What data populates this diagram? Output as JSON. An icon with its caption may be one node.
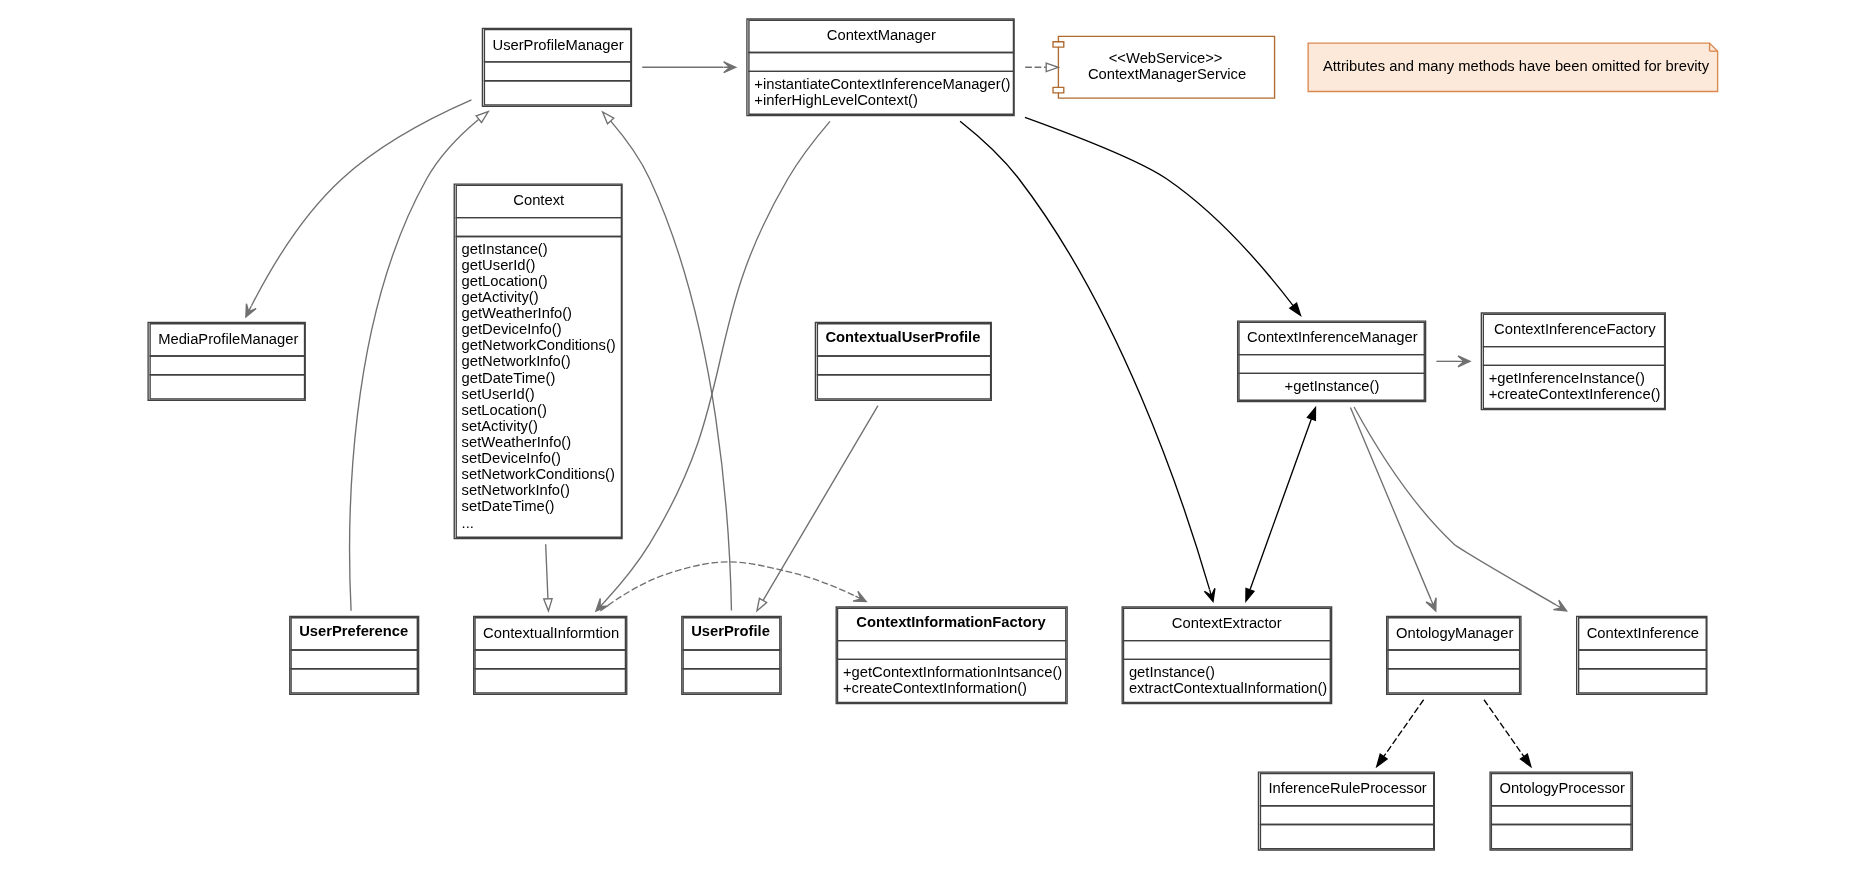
{
  "diagram": {
    "nodes": [
      {
        "text": [
          "ContextManager",
          "+instantiateContextInferenceManager()",
          "+inferHighLevelContext()"
        ]
      },
      {
        "text": [
          "<<WebService>>",
          "ContextManagerService"
        ]
      },
      {
        "text": [
          "UserProfileManager"
        ]
      },
      {
        "text": [
          "Attributes and many methods have been omitted for brevity"
        ]
      },
      {
        "text": [
          "UserPreference"
        ]
      },
      {
        "text": [
          "UserProfile"
        ]
      },
      {
        "text": [
          "MediaProfileManager"
        ]
      },
      {
        "text": [
          "ContextualUserProfile"
        ]
      },
      {
        "text": [
          "ContextInformationFactory",
          "+getContextInformationIntsance()",
          "+createContextInformation()"
        ]
      },
      {
        "text": [
          "ContextualInformtion"
        ]
      },
      {
        "text": [
          "ContextExtractor",
          "getInstance()",
          "extractContextualInformation()"
        ]
      },
      {
        "text": [
          "Context",
          "getInstance()",
          "getUserId()",
          "getLocation()",
          "getActivity()",
          "getWeatherInfo()",
          "getDeviceInfo()",
          "getNetworkConditions()",
          "getNetworkInfo()",
          "getDateTime()",
          "setUserId()",
          "setLocation()",
          "setActivity()",
          "setWeatherInfo()",
          "setDeviceInfo()",
          "setNetworkConditions()",
          "setNetworkInfo()",
          "setDateTime()",
          "..."
        ]
      },
      {
        "text": [
          "ContextInferenceFactory",
          "+getInferenceInstance()",
          "+createContextInference()"
        ]
      },
      {
        "text": [
          "ContextInferenceManager",
          "+getInstance()"
        ]
      },
      {
        "text": [
          "ContextInference"
        ]
      },
      {
        "text": [
          "OntologyManager"
        ]
      },
      {
        "text": [
          "InferenceRuleProcessor"
        ]
      },
      {
        "text": [
          "OntologyProcessor"
        ]
      }
    ],
    "edges": [
      {
        "from": 0,
        "to": 1,
        "arrow": "to",
        "style": "dashed"
      },
      {
        "from": 2,
        "to": 0,
        "arrow": "to"
      },
      {
        "from": 4,
        "to": 2,
        "arrow": "to"
      },
      {
        "from": 5,
        "to": 2,
        "arrow": "to"
      },
      {
        "from": 2,
        "to": 6,
        "arrow": "to"
      },
      {
        "from": 7,
        "to": 5,
        "arrow": "to"
      },
      {
        "from": 0,
        "to": 9,
        "arrow": "to"
      },
      {
        "from": 0,
        "to": 10,
        "arrow": "to",
        "color": "#000000"
      },
      {
        "from": 0,
        "to": 13,
        "arrow": "to",
        "color": "#000000"
      },
      {
        "from": 9,
        "to": 8,
        "arrow": "to",
        "style": "dashed"
      },
      {
        "from": 11,
        "to": 9,
        "arrow": "to"
      },
      {
        "from": 13,
        "to": 10,
        "arrow": "both",
        "color": "#000000"
      },
      {
        "from": 13,
        "to": 12,
        "arrow": "to"
      },
      {
        "from": 13,
        "to": 14,
        "arrow": "to"
      },
      {
        "from": 13,
        "to": 15,
        "arrow": "to"
      },
      {
        "from": 15,
        "to": 16,
        "arrow": "to",
        "style": "dashed",
        "color": "#000000"
      },
      {
        "from": 15,
        "to": 17,
        "arrow": "to",
        "style": "dashed",
        "color": "#000000"
      }
    ]
  }
}
